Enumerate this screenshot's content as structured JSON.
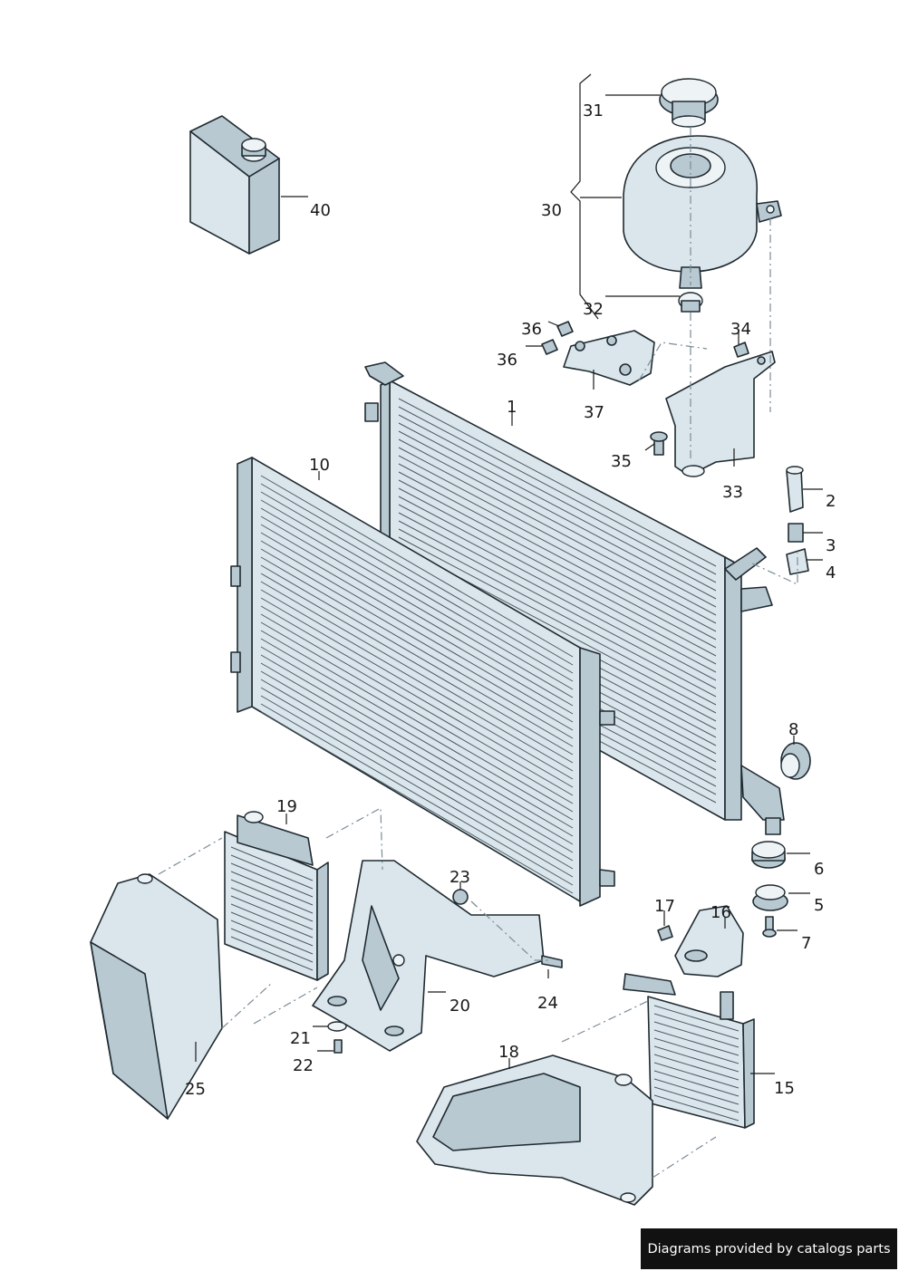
{
  "parts": {
    "p1": "1",
    "p2": "2",
    "p3": "3",
    "p4": "4",
    "p5": "5",
    "p6": "6",
    "p7": "7",
    "p8": "8",
    "p10": "10",
    "p15": "15",
    "p16": "16",
    "p17": "17",
    "p18": "18",
    "p19": "19",
    "p20": "20",
    "p21": "21",
    "p22": "22",
    "p23": "23",
    "p24": "24",
    "p25": "25",
    "p30": "30",
    "p31": "31",
    "p32": "32",
    "p33": "33",
    "p34": "34",
    "p35": "35",
    "p36a": "36",
    "p36b": "36",
    "p37": "37",
    "p40": "40"
  },
  "footer": {
    "text": "Diagrams provided by catalogs parts"
  },
  "colors": {
    "part_fill": "#dbe6ec",
    "part_shade": "#b8c9d2",
    "outline": "#1f2a30",
    "footer_bg": "#111111"
  }
}
